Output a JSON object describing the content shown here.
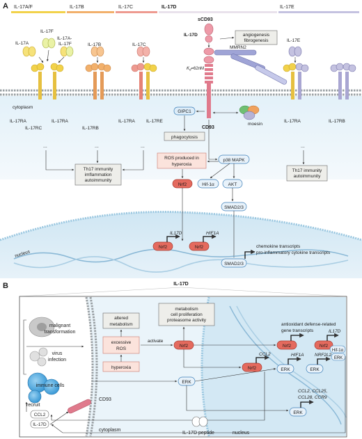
{
  "panel_a": {
    "label": "A",
    "families": [
      "IL-17A/F",
      "IL-17B",
      "IL-17C",
      "IL-17D",
      "IL-17E"
    ],
    "family_colors": [
      "#f2d24a",
      "#f2b06b",
      "#ee9a90",
      "#e9e2ec",
      "#c4c2e0"
    ],
    "ligands": {
      "il17a": "IL-17A",
      "il17f": "IL-17F",
      "il17af_line1": "IL-17A-",
      "il17af_line2": "IL-17F",
      "il17b": "IL-17B",
      "il17c": "IL-17C",
      "il17d": "IL-17D",
      "il17e": "IL-17E",
      "scd93": "sCD93"
    },
    "kd": "K",
    "kd_sub": "d",
    "kd_value": "=62nM",
    "mmrn2": "MMRN2",
    "angiogenesis_box": [
      "angiogenesis",
      "fibrogenesis"
    ],
    "cytoplasm": "cytoplasm",
    "receptors": {
      "il17ra_1": "IL-17RA",
      "il17ra_2": "IL-17RA",
      "il17rc": "IL-17RC",
      "il17rb": "IL-17RB",
      "il17ra_3": "IL-17RA",
      "il17re": "IL-17RE",
      "il17ra_4": "IL-17RA",
      "il17rb_2": "IL-17RB"
    },
    "dots": "...",
    "th17_box": [
      "Th17 immunity",
      "imflammation",
      "autoimmunity"
    ],
    "th17_box_right": [
      "Th17 immunity",
      "autoimmunity"
    ],
    "gipc1": "GIPC1",
    "cd93": "CD93",
    "moesin": "moesin",
    "phagocytosis": "phagocytosis",
    "ros_box": [
      "ROS produced in",
      "hyperoxia"
    ],
    "p38": "p38 MAPK",
    "nrf2": "Nrf2",
    "hif1a_protein": "Hif-1α",
    "akt": "AKT",
    "smad": "SMAD2/3",
    "nucleus": "nucleus",
    "gene_il17d": "IL17D",
    "gene_hif1a": "HIF1A",
    "chemokine_lines": [
      "chemokine transcripts",
      "pro-inflammatory cytokine transcripts"
    ]
  },
  "panel_b": {
    "label": "B",
    "title": "IL-17D",
    "malignant": [
      "malignant",
      "transformation"
    ],
    "virus": [
      "virus",
      "infection"
    ],
    "immune": "immune cells",
    "recruit": "recruit",
    "ccl2": "CCL2",
    "il17d": "IL-17D",
    "cd93": "CD93",
    "altered": [
      "altered",
      "metabolism"
    ],
    "excessive": [
      "excessive",
      "ROS"
    ],
    "hyperoxia": "hyperoxia",
    "activate": "activate",
    "metabolism_box": [
      "metabolism",
      "cell proliferation",
      "proteasome activity"
    ],
    "nrf2": "Nrf2",
    "erk": "ERK",
    "hif1a_protein": "Hif-1α",
    "antioxidant": [
      "antioxidant defense-related",
      "gene transcripts"
    ],
    "gene_il17d": "IL17D",
    "gene_ccl2": "CCL2",
    "gene_hif1a": "HIF1A",
    "gene_nrf2l2": "NRF2L2",
    "gene_ccl_line1": "CCL2, CCL25,",
    "gene_ccl_line2": "CCL28, CCR9",
    "cytoplasm": "cytoplasm",
    "peptide": "IL-17D peptide",
    "nucleus": "nucleus"
  }
}
